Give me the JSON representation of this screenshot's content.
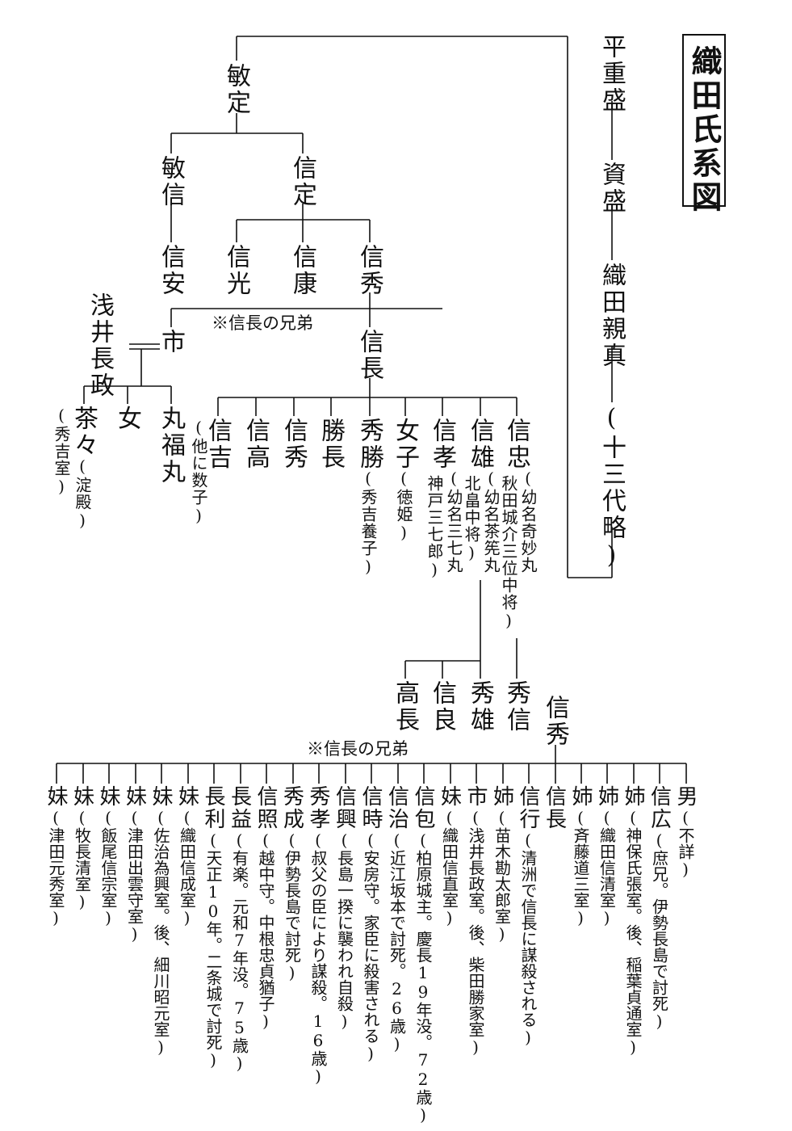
{
  "title": "織田氏系図",
  "top_line": {
    "ancestors": [
      "平重盛",
      "資盛",
      "織田親真",
      "(十三代略)"
    ],
    "toshisada": "敏定",
    "toshinobu": "敏信",
    "nobuyasu": "信安",
    "nobusada": "信定",
    "nobumitsu": "信光",
    "nobuyasu2": "信康",
    "nobuhide": "信秀",
    "nobunaga": "信長",
    "note1": "※信長の兄弟",
    "ichi": "市",
    "azai": "浅井長政"
  },
  "azai_children": [
    {
      "name": "茶々",
      "note": "(淀殿)",
      "note2": "(秀吉室)"
    },
    {
      "name": "女"
    },
    {
      "name": "丸福丸"
    }
  ],
  "nobunaga_children": [
    {
      "name": "信吉",
      "note": "(他に数子)"
    },
    {
      "name": "信高"
    },
    {
      "name": "信秀"
    },
    {
      "name": "勝長"
    },
    {
      "name": "秀勝",
      "note": "(秀吉養子)"
    },
    {
      "name": "女子",
      "note": "(徳姫)"
    },
    {
      "name": "信孝",
      "note": "(幼名三七丸",
      "note2": "神戸三七郎)"
    },
    {
      "name": "信雄",
      "note": "(幼名茶筅丸",
      "note2": "北畠中将)"
    },
    {
      "name": "信忠",
      "note": "(幼名奇妙丸",
      "note2": "秋田城介三位中将)"
    }
  ],
  "grandchildren": {
    "hidenobu": "秀信",
    "nobukatsu_children": [
      "秀雄",
      "信良",
      "高長"
    ]
  },
  "nobuhide_children": {
    "label": "信秀",
    "note": "※信長の兄弟",
    "items": [
      {
        "name": "男",
        "note": "(不詳)"
      },
      {
        "name": "信広",
        "note": "(庶兄。伊勢長島で討死)"
      },
      {
        "name": "姉",
        "note": "(神保氏張室。後、稲葉貞通室)"
      },
      {
        "name": "姉",
        "note": "(織田信清室)"
      },
      {
        "name": "姉",
        "note": "(斉藤道三室)"
      },
      {
        "name": "信長",
        "note": ""
      },
      {
        "name": "信行",
        "note": "(清洲で信長に謀殺される)"
      },
      {
        "name": "姉",
        "note": "(苗木勘太郎室)"
      },
      {
        "name": "市",
        "note": "(浅井長政室。後、柴田勝家室)"
      },
      {
        "name": "妹",
        "note": "(織田信直室)"
      },
      {
        "name": "信包",
        "note": "(柏原城主。慶長19年没。72歳)"
      },
      {
        "name": "信治",
        "note": "(近江坂本で討死。26歳)"
      },
      {
        "name": "信時",
        "note": "(安房守。家臣に殺害される)"
      },
      {
        "name": "信興",
        "note": "(長島一揆に襲われ自殺)"
      },
      {
        "name": "秀孝",
        "note": "(叔父の臣により謀殺。16歳)"
      },
      {
        "name": "秀成",
        "note": "(伊勢長島で討死)"
      },
      {
        "name": "信照",
        "note": "(越中守。中根忠貞猶子)"
      },
      {
        "name": "長益",
        "note": "(有楽。元和7年没。75歳)"
      },
      {
        "name": "長利",
        "note": "(天正10年。二条城で討死)"
      },
      {
        "name": "妹",
        "note": "(織田信成室)"
      },
      {
        "name": "妹",
        "note": "(佐治為興室。後、細川昭元室)"
      },
      {
        "name": "妹",
        "note": "(津田出雲守室)"
      },
      {
        "name": "妹",
        "note": "(飯尾信宗室)"
      },
      {
        "name": "妹",
        "note": "(牧長清室)"
      },
      {
        "name": "妹",
        "note": "(津田元秀室)"
      }
    ]
  }
}
